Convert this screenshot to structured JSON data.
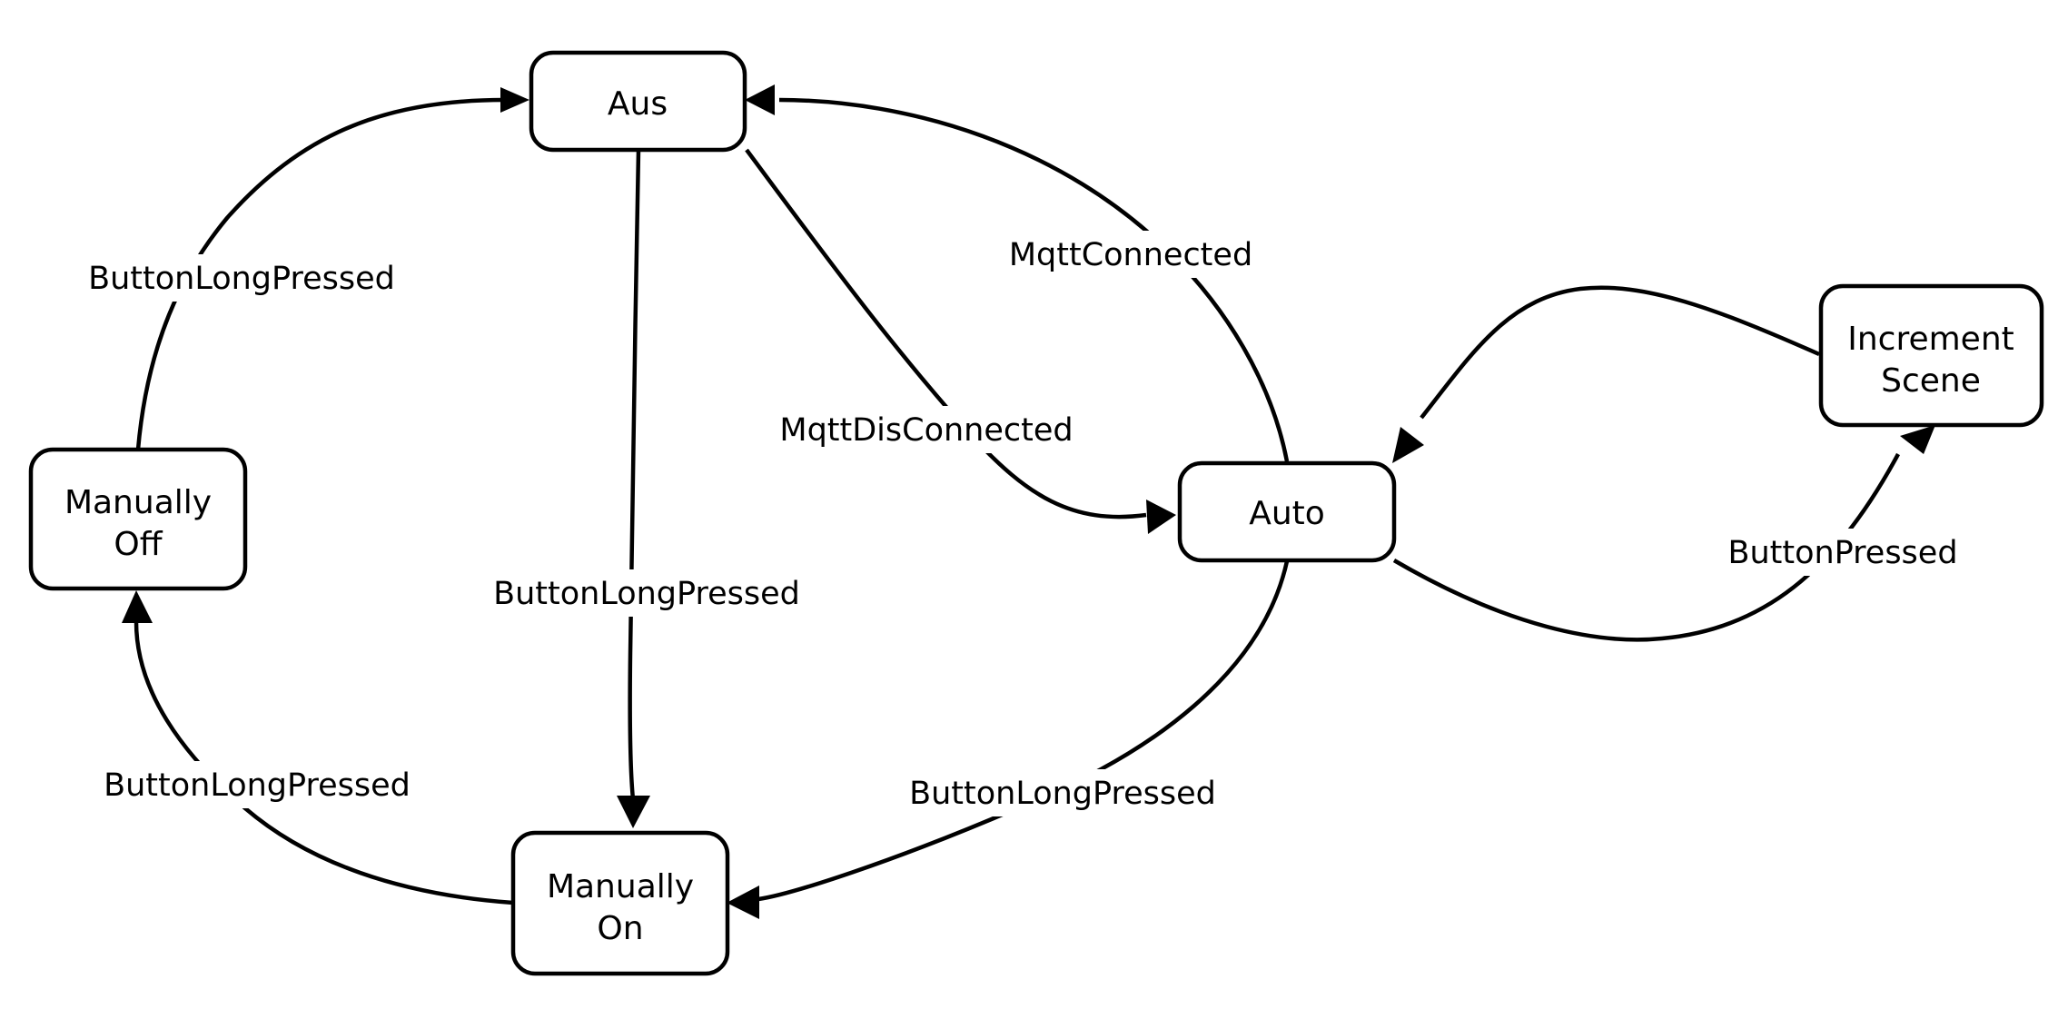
{
  "colors": {
    "background": "#ffffff",
    "stroke": "#000000"
  },
  "states": [
    {
      "id": "aus",
      "lines": [
        "Aus"
      ]
    },
    {
      "id": "manually-off",
      "lines": [
        "Manually",
        "Off"
      ]
    },
    {
      "id": "manually-on",
      "lines": [
        "Manually",
        "On"
      ]
    },
    {
      "id": "auto",
      "lines": [
        "Auto"
      ]
    },
    {
      "id": "increment-scene",
      "lines": [
        "Increment",
        "Scene"
      ]
    }
  ],
  "transitions": [
    {
      "id": "off-to-aus",
      "from": "Manually Off",
      "to": "Aus",
      "label": "ButtonLongPressed"
    },
    {
      "id": "aus-to-on",
      "from": "Aus",
      "to": "Manually On",
      "label": "ButtonLongPressed"
    },
    {
      "id": "on-to-off",
      "from": "Manually On",
      "to": "Manually Off",
      "label": "ButtonLongPressed"
    },
    {
      "id": "aus-to-auto",
      "from": "Aus",
      "to": "Auto",
      "label": "MqttDisConnected"
    },
    {
      "id": "auto-to-aus",
      "from": "Auto",
      "to": "Aus",
      "label": "MqttConnected"
    },
    {
      "id": "auto-to-on",
      "from": "Auto",
      "to": "Manually On",
      "label": "ButtonLongPressed"
    },
    {
      "id": "auto-to-scene",
      "from": "Auto",
      "to": "Increment Scene",
      "label": "ButtonPressed"
    },
    {
      "id": "scene-to-auto",
      "from": "Increment Scene",
      "to": "Auto",
      "label": ""
    }
  ]
}
